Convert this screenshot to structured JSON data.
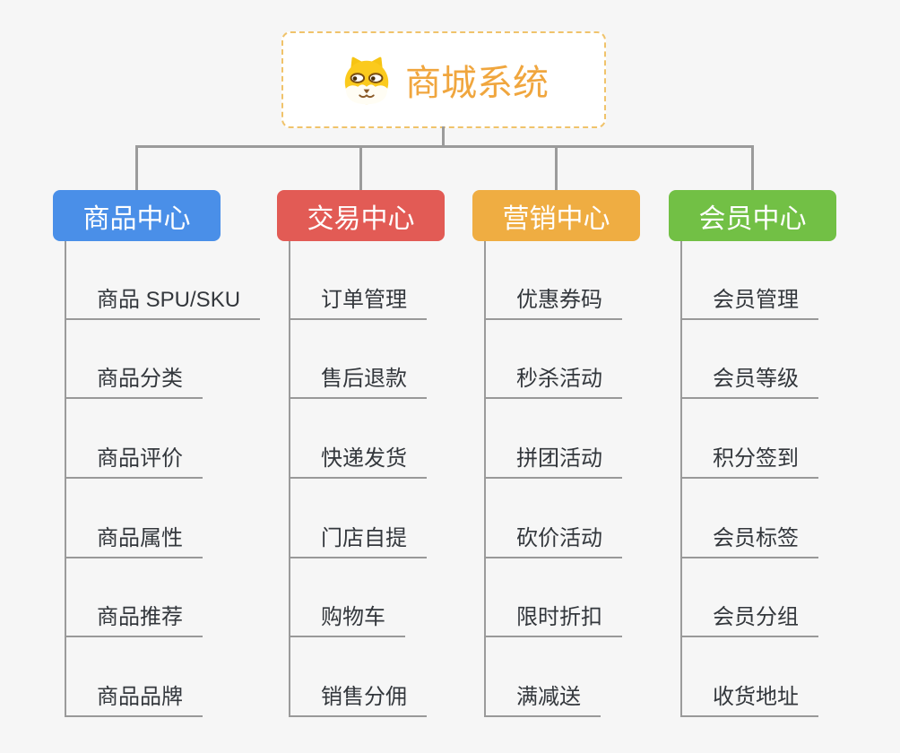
{
  "canvas": {
    "background_color": "#f6f6f6",
    "connector_color": "#9b9b9b"
  },
  "root": {
    "title": "商城系统",
    "icon": "shiba-dog-face-icon",
    "text_color": "#f0a63e",
    "border_color": "#f0c36b"
  },
  "branches": [
    {
      "label": "商品中心",
      "color": "#4a8fe8",
      "children": [
        "商品 SPU/SKU",
        "商品分类",
        "商品评价",
        "商品属性",
        "商品推荐",
        "商品品牌"
      ]
    },
    {
      "label": "交易中心",
      "color": "#e25b55",
      "children": [
        "订单管理",
        "售后退款",
        "快递发货",
        "门店自提",
        "购物车",
        "销售分佣"
      ]
    },
    {
      "label": "营销中心",
      "color": "#efad42",
      "children": [
        "优惠券码",
        "秒杀活动",
        "拼团活动",
        "砍价活动",
        "限时折扣",
        "满减送"
      ]
    },
    {
      "label": "会员中心",
      "color": "#72c045",
      "children": [
        "会员管理",
        "会员等级",
        "积分签到",
        "会员标签",
        "会员分组",
        "收货地址"
      ]
    }
  ]
}
